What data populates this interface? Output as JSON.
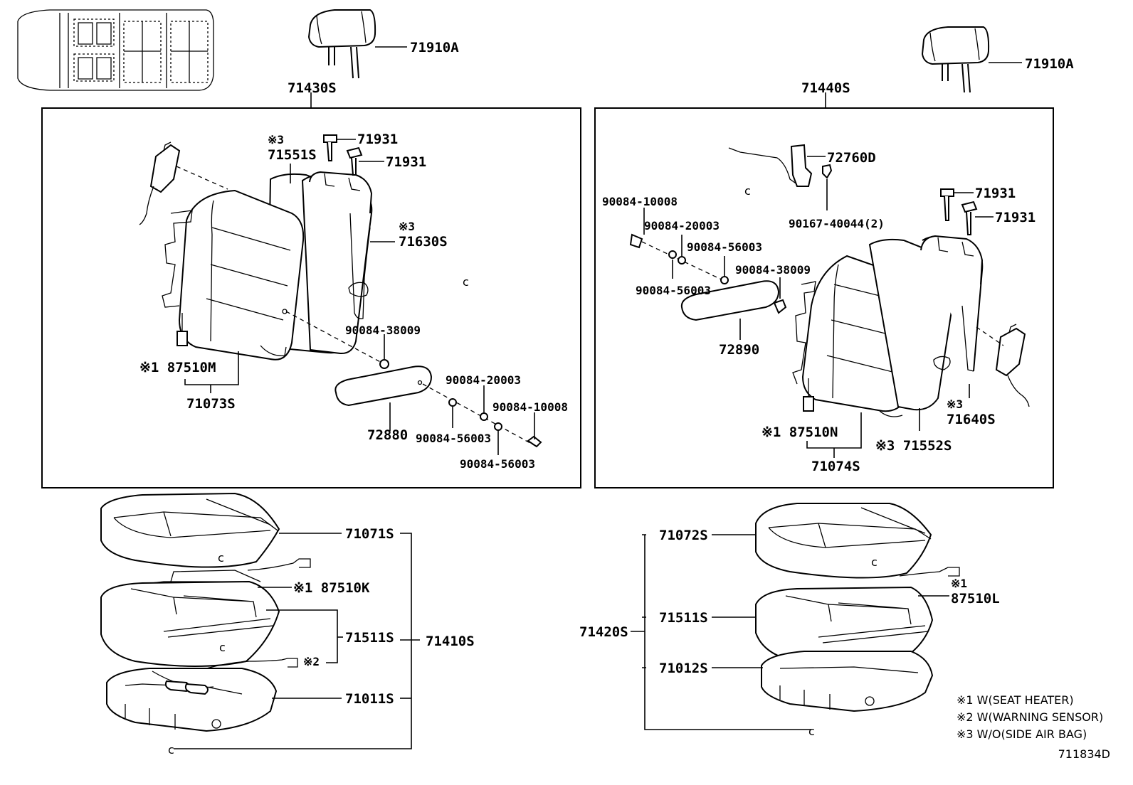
{
  "callouts": [
    {
      "id": "c01",
      "text": "71910A"
    },
    {
      "id": "c02",
      "text": "71430S"
    },
    {
      "id": "c03",
      "text": "※3"
    },
    {
      "id": "c04",
      "text": "71931"
    },
    {
      "id": "c05",
      "text": "71551S"
    },
    {
      "id": "c06",
      "text": "71931"
    },
    {
      "id": "c07",
      "text": "※3"
    },
    {
      "id": "c08",
      "text": "71630S"
    },
    {
      "id": "c09",
      "text": "90084-38009"
    },
    {
      "id": "c10",
      "text": "※1 87510M"
    },
    {
      "id": "c11",
      "text": "71073S"
    },
    {
      "id": "c12",
      "text": "90084-20003"
    },
    {
      "id": "c13",
      "text": "90084-10008"
    },
    {
      "id": "c14",
      "text": "72880"
    },
    {
      "id": "c15",
      "text": "90084-56003"
    },
    {
      "id": "c16",
      "text": "90084-56003"
    },
    {
      "id": "c17",
      "text": "71910A"
    },
    {
      "id": "c18",
      "text": "71440S"
    },
    {
      "id": "c19",
      "text": "72760D"
    },
    {
      "id": "c20",
      "text": "90084-10008"
    },
    {
      "id": "c21",
      "text": "90167-40044(2)"
    },
    {
      "id": "c22",
      "text": "71931"
    },
    {
      "id": "c23",
      "text": "90084-20003"
    },
    {
      "id": "c24",
      "text": "71931"
    },
    {
      "id": "c25",
      "text": "90084-56003"
    },
    {
      "id": "c26",
      "text": "90084-38009"
    },
    {
      "id": "c27",
      "text": "90084-56003"
    },
    {
      "id": "c28",
      "text": "72890"
    },
    {
      "id": "c29",
      "text": "※3"
    },
    {
      "id": "c30",
      "text": "71640S"
    },
    {
      "id": "c31",
      "text": "※1 87510N"
    },
    {
      "id": "c32",
      "text": "※3 71552S"
    },
    {
      "id": "c33",
      "text": "71074S"
    },
    {
      "id": "c34",
      "text": "71071S"
    },
    {
      "id": "c35",
      "text": "※1 87510K"
    },
    {
      "id": "c36",
      "text": "71511S"
    },
    {
      "id": "c37",
      "text": "71410S"
    },
    {
      "id": "c38",
      "text": "※2"
    },
    {
      "id": "c39",
      "text": "71011S"
    },
    {
      "id": "c40",
      "text": "71072S"
    },
    {
      "id": "c41",
      "text": "※1"
    },
    {
      "id": "c42",
      "text": "87510L"
    },
    {
      "id": "c43",
      "text": "71420S"
    },
    {
      "id": "c44",
      "text": "71511S"
    },
    {
      "id": "c45",
      "text": "71012S"
    }
  ],
  "markers": [
    "c",
    "c",
    "c",
    "c",
    "c",
    "c",
    "c"
  ],
  "legend": [
    {
      "text": "※1 W(SEAT HEATER)"
    },
    {
      "text": "※2 W(WARNING SENSOR)"
    },
    {
      "text": "※3 W/O(SIDE AIR BAG)"
    }
  ],
  "figure_id": "711834D"
}
